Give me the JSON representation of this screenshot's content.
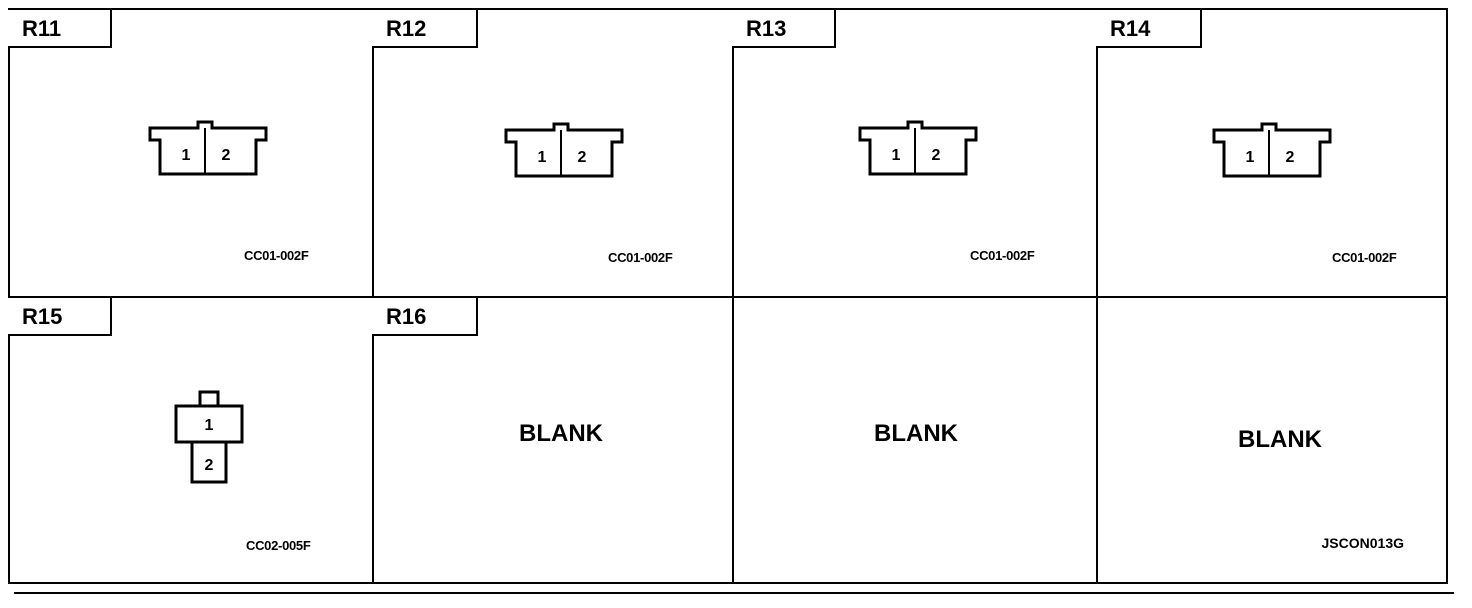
{
  "cells": [
    {
      "tag": "R11",
      "code": "CC01-002F",
      "pins": [
        "1",
        "2"
      ]
    },
    {
      "tag": "R12",
      "code": "CC01-002F",
      "pins": [
        "1",
        "2"
      ]
    },
    {
      "tag": "R13",
      "code": "CC01-002F",
      "pins": [
        "1",
        "2"
      ]
    },
    {
      "tag": "R14",
      "code": "CC01-002F",
      "pins": [
        "1",
        "2"
      ]
    },
    {
      "tag": "R15",
      "code": "CC02-005F",
      "pins": [
        "1",
        "2"
      ]
    },
    {
      "tag": "R16",
      "blank": "BLANK"
    },
    {
      "blank": "BLANK"
    },
    {
      "blank": "BLANK"
    }
  ],
  "document_code": "JSCON013G"
}
